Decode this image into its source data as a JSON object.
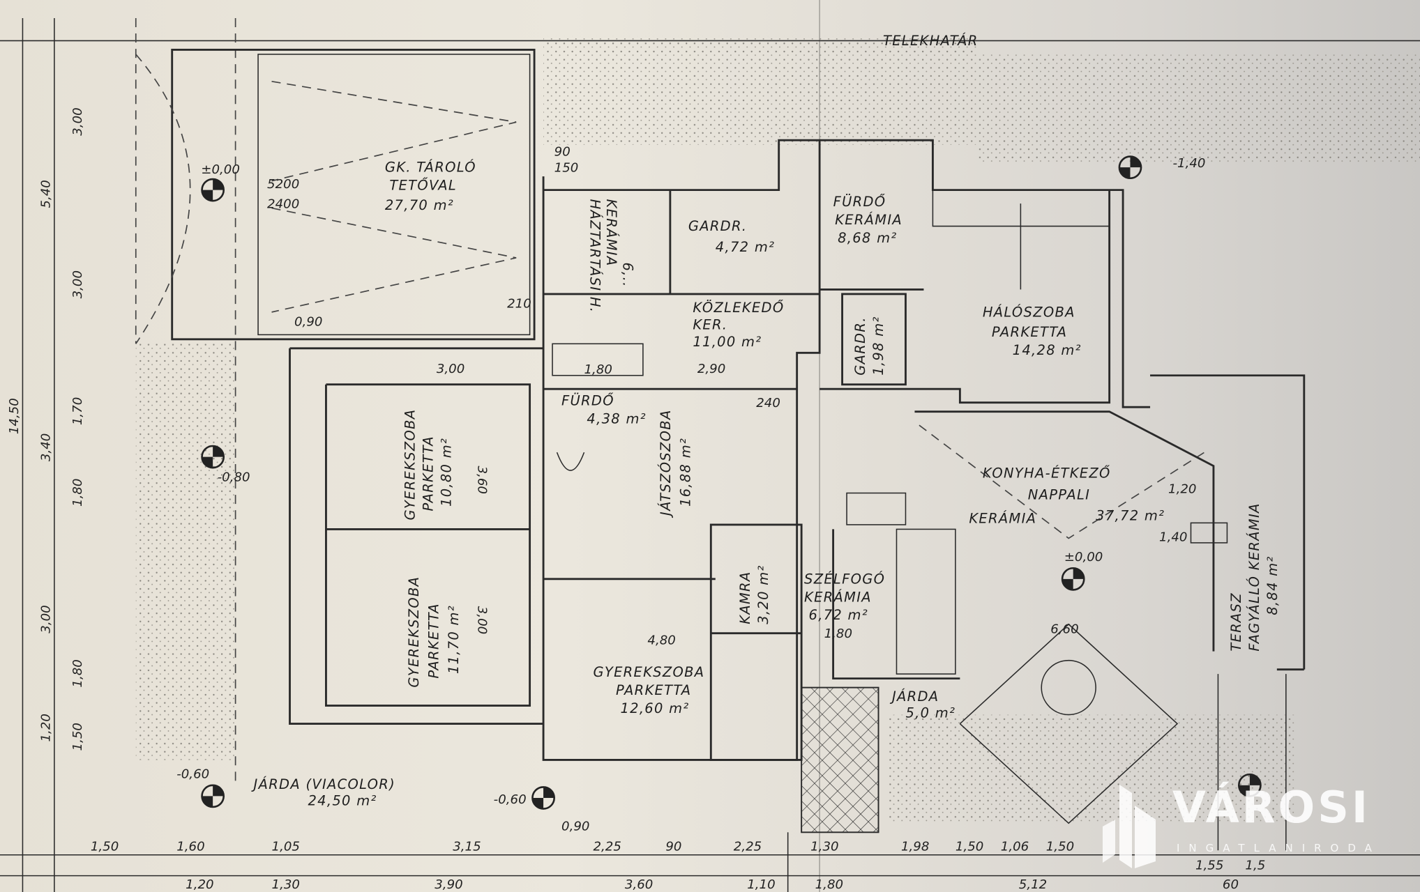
{
  "plan": {
    "boundary_label": "TELEKHATÁR",
    "rooms": [
      {
        "name": "GK. TÁROLÓ",
        "sub": "TETŐVAL",
        "area": "27,70 m²"
      },
      {
        "name": "HÁZTARTÁSI H.",
        "sub": "KERÁMIA",
        "area": "6,.."
      },
      {
        "name": "GARDR.",
        "sub": "",
        "area": "4,72 m²"
      },
      {
        "name": "FÜRDŐ",
        "sub": "KERÁMIA",
        "area": "8,68 m²"
      },
      {
        "name": "HÁLÓSZOBA",
        "sub": "PARKETTA",
        "area": "14,28 m²"
      },
      {
        "name": "GARDR.",
        "sub": "",
        "area": "1,98 m²"
      },
      {
        "name": "KÖZLEKEDŐ",
        "sub": "KER.",
        "area": "11,00 m²"
      },
      {
        "name": "FÜRDŐ",
        "sub": "",
        "area": "4,38 m²"
      },
      {
        "name": "GYEREKSZOBA",
        "sub": "PARKETTA",
        "area": "10,80 m²"
      },
      {
        "name": "JÁTSZÓSZOBA",
        "sub": "",
        "area": "16,88 m²"
      },
      {
        "name": "KONYHA-ÉTKEZŐ",
        "sub": "NAPPALI",
        "sub2": "KERÁMIA",
        "area": "37,72 m²"
      },
      {
        "name": "GYEREKSZOBA",
        "sub": "PARKETTA",
        "area": "11,70 m²"
      },
      {
        "name": "KAMRA",
        "sub": "",
        "area": "3,20 m²"
      },
      {
        "name": "SZÉLFOGÓ",
        "sub": "KERÁMIA",
        "area": "6,72 m²"
      },
      {
        "name": "GYEREKSZOBA",
        "sub": "PARKETTA",
        "area": "12,60 m²"
      },
      {
        "name": "JÁRDA",
        "sub": "",
        "area": "5,0 m²"
      },
      {
        "name": "JÁRDA (VIACOLOR)",
        "sub": "",
        "area": "24,50 m²"
      },
      {
        "name": "TERASZ",
        "sub": "FAGYÁLLÓ KERÁMIA",
        "area": "8,84 m²"
      }
    ],
    "levels": [
      "±0,00",
      "-0,80",
      "-0,60",
      "-1,40",
      "-0,60",
      "±0,00"
    ],
    "dims_bottom_row1": [
      "1,50",
      "1,60",
      "1,05",
      "3,15",
      "2,25",
      "90",
      "2,25",
      "1,30",
      "1,98",
      "1,50",
      "1,06",
      "1,50",
      "1,55",
      "1,5"
    ],
    "dims_bottom_row2": [
      "1,20",
      "1,30",
      "3,90",
      "3,60",
      "1,10",
      "1,80",
      "5,12",
      "60"
    ],
    "dims_left": [
      "5,40",
      "3,00",
      "3,00",
      "14,50",
      "3,40",
      "1,70",
      "1,80",
      "3,00",
      "1,80",
      "1,20",
      "1,50"
    ],
    "dims_misc": [
      "5200",
      "2400",
      "90",
      "150",
      "210",
      "240",
      "3,00",
      "2,90",
      "1,80",
      "3,60",
      "3,00",
      "4,80",
      "6,60",
      "0,90",
      "1,80",
      "1,20",
      "1,40",
      "0,90"
    ]
  },
  "watermark": {
    "name": "VÁROSI",
    "sub": "INGATLANIRODA"
  }
}
